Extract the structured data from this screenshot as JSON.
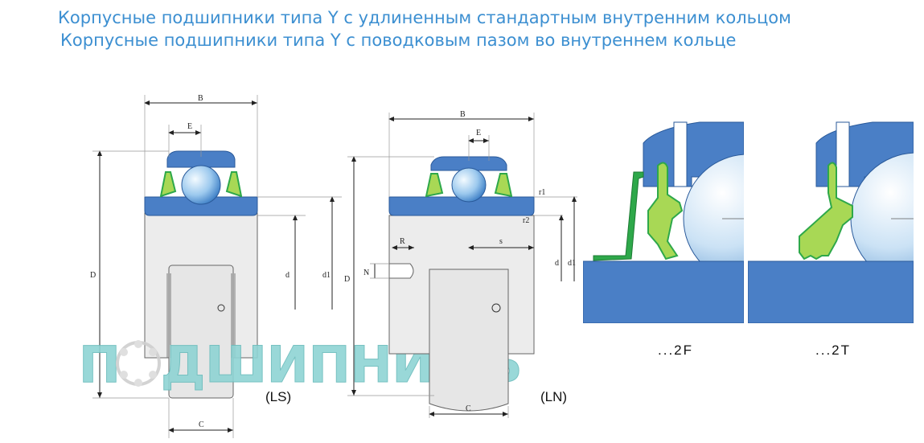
{
  "title": {
    "line1": "Корпусные подшипники типа Y с удлиненным стандартным внутренним кольцом",
    "line2": "Корпусные подшипники типа Y с поводковым пазом во внутреннем кольце"
  },
  "left_drawing": {
    "caption": "(LS)",
    "dims": {
      "B": "B",
      "E": "E",
      "D": "D",
      "d": "d",
      "d1": "d1",
      "C": "C"
    }
  },
  "middle_drawing": {
    "caption": "(LN)",
    "dims": {
      "B": "B",
      "E": "E",
      "D": "D",
      "d": "d",
      "d1": "d1",
      "C": "C",
      "R": "R",
      "N": "N",
      "s": "s",
      "r1": "r1",
      "r2": "r2"
    }
  },
  "seal_details": [
    {
      "suffix": "...2F"
    },
    {
      "suffix": "...2T"
    }
  ],
  "watermark": {
    "text_left": "П",
    "text_right": "ДШИПНИКЪ"
  },
  "colors": {
    "title": "#3c8fd1",
    "ring_blue": "#4a7fc6",
    "ball_light": "#cfe4f6",
    "seal_green": "#2ea84a",
    "seal_lime": "#a8d855",
    "body_grey": "#ececec",
    "logo_teal": "#8fd4d4"
  }
}
